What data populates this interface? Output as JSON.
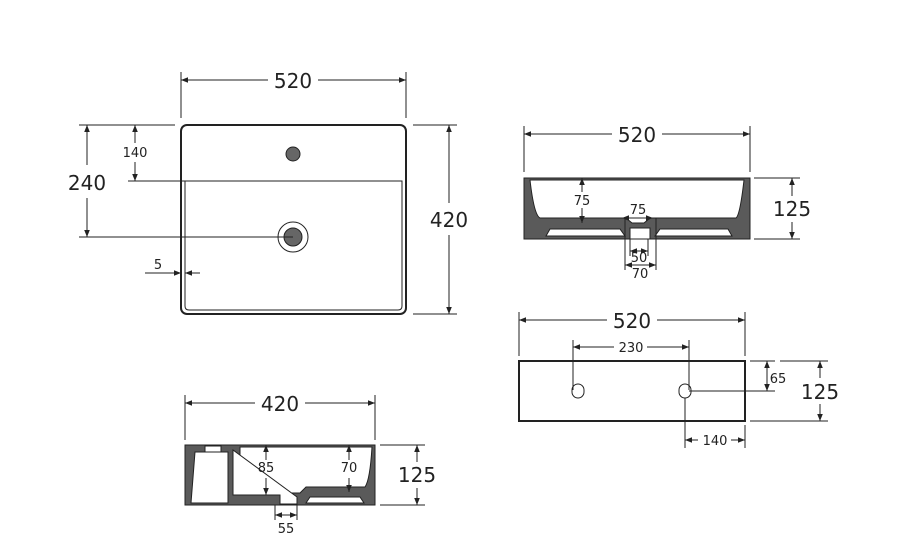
{
  "top_view": {
    "width": "520",
    "depth": "420",
    "drain_offset": "240",
    "tap_offset": "140",
    "rim": "5"
  },
  "front_section": {
    "width": "520",
    "height": "125",
    "bowl_depth": "75",
    "drain_top": "75",
    "drain_inner": "50",
    "drain_outer": "70"
  },
  "back_view": {
    "width": "520",
    "hole_spacing": "230",
    "hole_height": "65",
    "height": "125",
    "hole_edge": "140"
  },
  "side_section": {
    "width": "420",
    "height": "125",
    "depth_front": "85",
    "depth_back": "70",
    "drain": "55"
  },
  "colors": {
    "line": "#222222",
    "section_fill": "#5a5a5a"
  }
}
